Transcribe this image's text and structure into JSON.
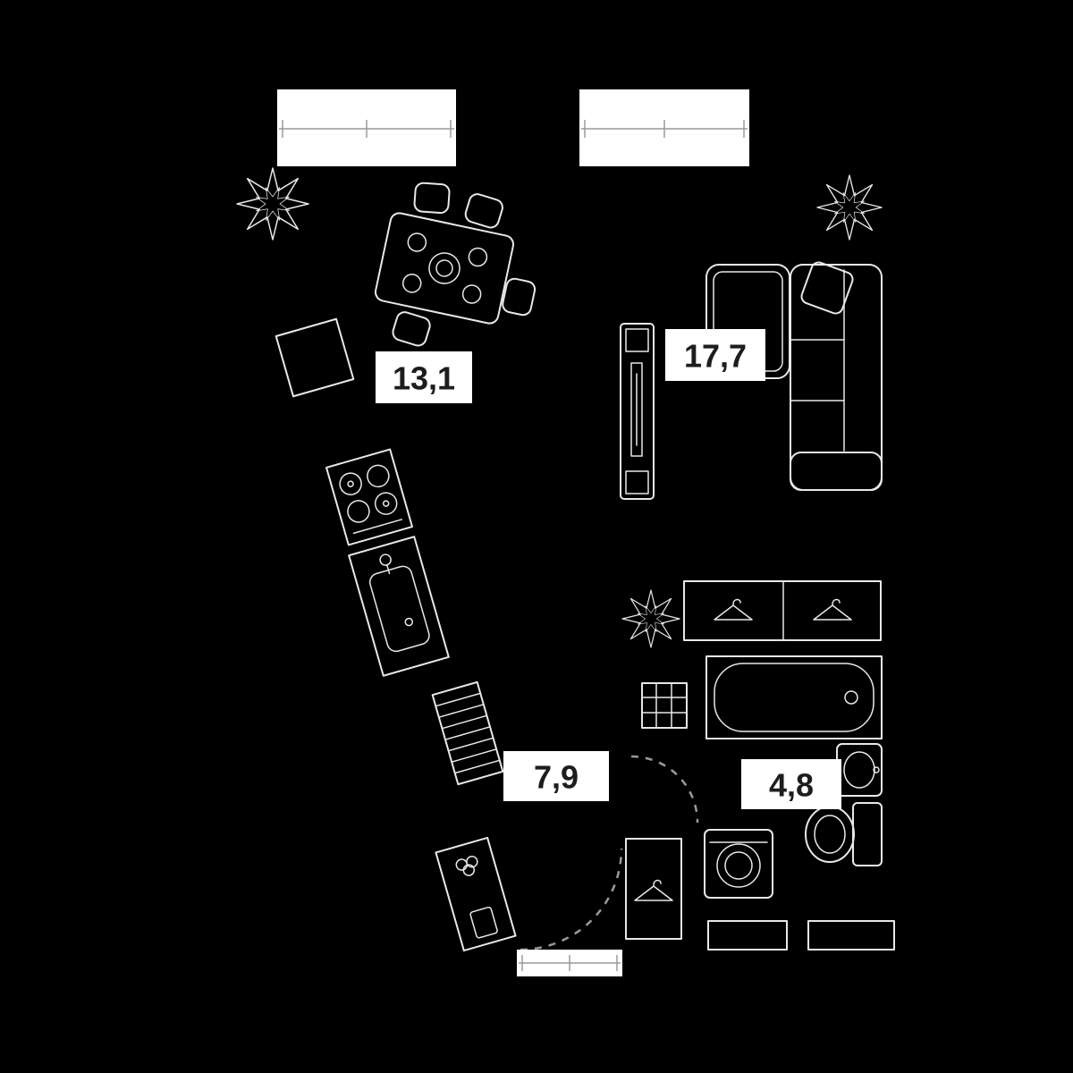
{
  "colors": {
    "background": "#000000",
    "line": "#e8e8e8",
    "line_dim": "#9a9a9a",
    "label_bg": "#ffffff",
    "label_text": "#1d1d1b"
  },
  "rooms": {
    "kitchen": {
      "area": "13,1"
    },
    "living": {
      "area": "17,7"
    },
    "hallway": {
      "area": "7,9"
    },
    "bathroom": {
      "area": "4,8"
    }
  },
  "icons": {
    "plant-icon": "svg-star-shape",
    "hanger-icon": "svg-triangle-hook",
    "stove-icon": "svg-four-burners",
    "sink-icon": "svg-basin",
    "bathtub-icon": "svg-rounded-tub",
    "toilet-icon": "svg-bowl-tank",
    "washing-machine-icon": "svg-square-drum",
    "door-swing-icon": "svg-dashed-arc"
  }
}
